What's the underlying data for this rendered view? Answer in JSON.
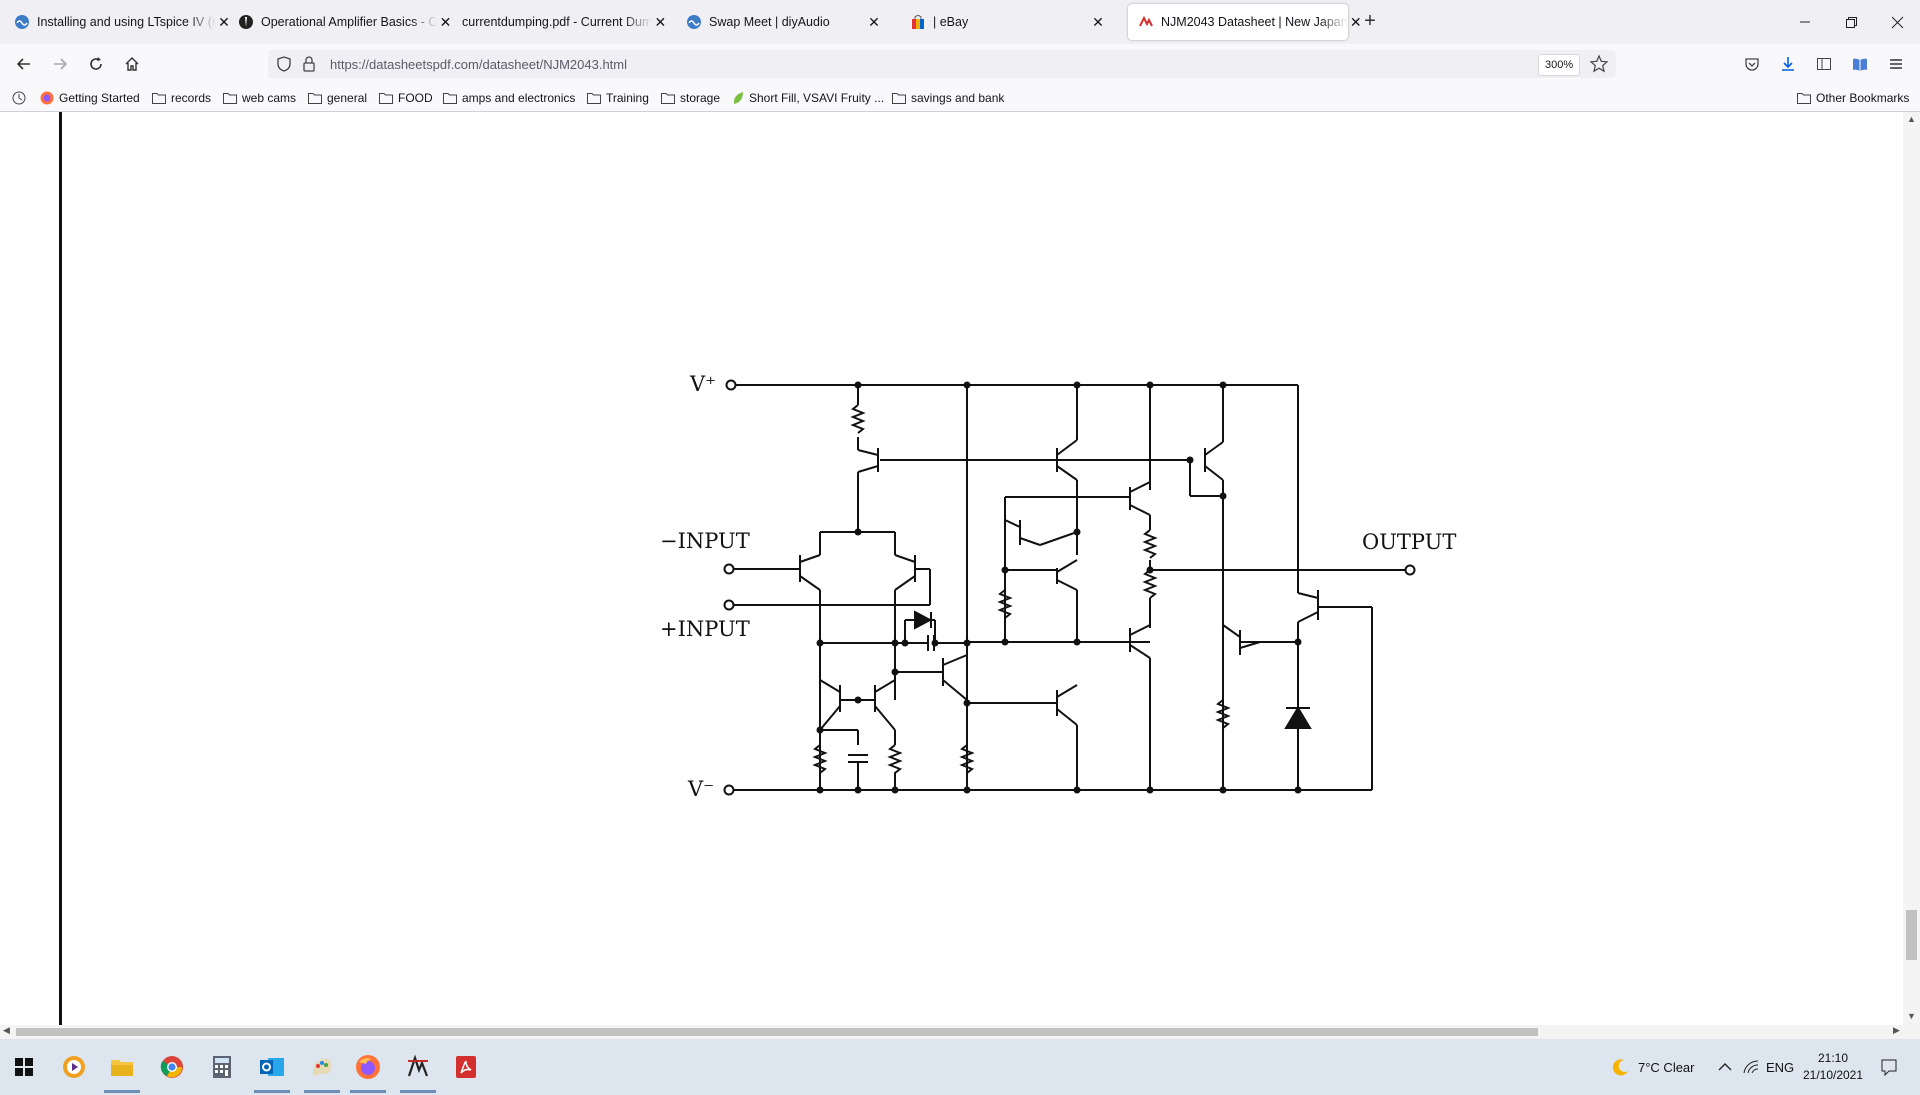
{
  "tabs": [
    {
      "title": "Installing and using LTspice IV (r",
      "favicon": "diyaudio-icon",
      "active": false
    },
    {
      "title": "Operational Amplifier Basics - C",
      "favicon": "site-logo-icon",
      "active": false
    },
    {
      "title": "currentdumping.pdf - Current Dum",
      "favicon": "",
      "active": false
    },
    {
      "title": "Swap Meet | diyAudio",
      "favicon": "diyaudio-icon",
      "active": false
    },
    {
      "title": "| eBay",
      "favicon": "shopping-bag-icon",
      "active": false
    },
    {
      "title": "NJM2043 Datasheet | New Japan",
      "favicon": "datasheet-icon",
      "active": true
    }
  ],
  "address": {
    "url": "https://datasheetspdf.com/datasheet/NJM2043.html",
    "zoom": "300%"
  },
  "bookmarks": [
    "Getting Started",
    "records",
    "web cams",
    "general",
    "FOOD",
    "amps and electronics",
    "Training",
    "storage",
    "Short Fill, VSAVI Fruity ...",
    "savings and bank"
  ],
  "other_bookmarks": "Other Bookmarks",
  "schematic": {
    "vplus": "V⁺",
    "vminus": "V⁻",
    "minus_input": "−INPUT",
    "plus_input": "+INPUT",
    "output": "OUTPUT"
  },
  "taskbar": {
    "weather": "7°C  Clear",
    "language": "ENG",
    "time": "21:10",
    "date": "21/10/2021"
  },
  "colors": {
    "accent": "#0060df",
    "taskbar": "#dde6ee",
    "tabstrip": "#f0f0f4"
  }
}
